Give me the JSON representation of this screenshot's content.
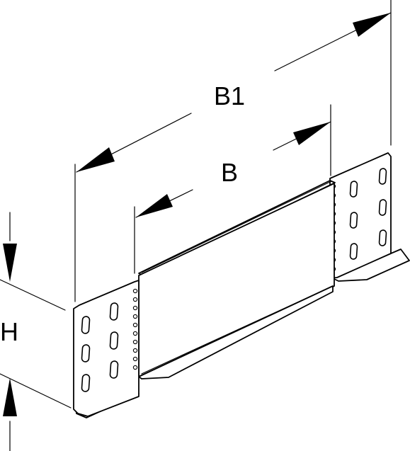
{
  "labels": {
    "outer_width": "B1",
    "inner_width": "B",
    "height": "H"
  },
  "colors": {
    "line": "#000000",
    "background": "#ffffff"
  }
}
